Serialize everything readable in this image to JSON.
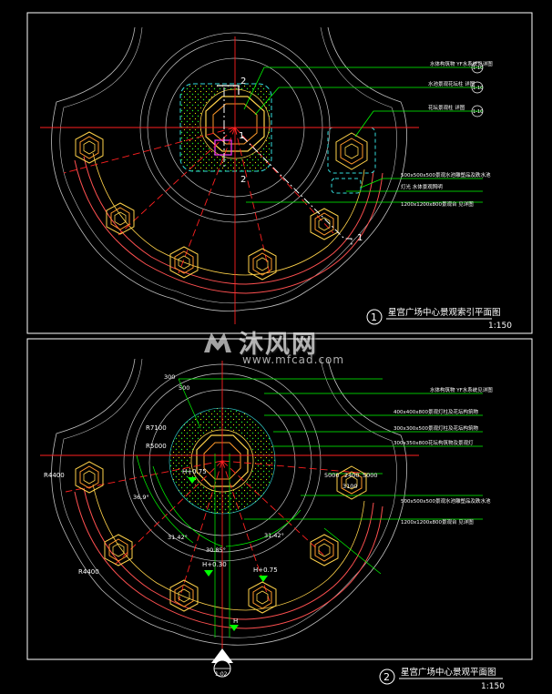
{
  "colors": {
    "background": "#000000",
    "frame": "#ffffff",
    "axis": "#ff1a1a",
    "ring": "#c0c0c0",
    "paving": "#ff6a6a",
    "leader": "#00ff00",
    "dim": "#ffff33",
    "hex_outer": "#ffd24a",
    "hex_inner": "#ff9a2a",
    "dash_box": "#33dddd",
    "focus": "#ff33ff",
    "section": "#ffffff"
  },
  "top_plan": {
    "notes": [
      "水体构筑物  YF水系统见详图",
      "水池景观花坛柱  详图",
      "花坛景观柱  详图",
      "500x500x500景观水池雕塑品及跌水池",
      "灯光  水体景观照明",
      "1200x1200x800景观台  见详图"
    ],
    "index_refs": [
      "1-10",
      "1-10",
      "1-10"
    ],
    "section_marks": [
      "2",
      "2",
      "1",
      "1"
    ],
    "drawing_number": "1",
    "title": "星宫广场中心景观索引平面图",
    "scale": "1:150"
  },
  "bottom_plan": {
    "notes": [
      "水体构筑物  YF水系统见详图",
      "400x400x800景观灯柱及花坛构筑物",
      "300x300x500景观灯柱及花坛构筑物",
      "300x350x800花坛构筑物及景观灯",
      "500x500x500景观水池雕塑品及跌水池",
      "1200x1200x800景观台  见详图"
    ],
    "radii": [
      "R7100",
      "R5000",
      "R4400",
      "R4400"
    ],
    "elevations": [
      "H+0.75",
      "H+0.30",
      "H+0.75",
      "H"
    ],
    "dims_top": [
      "300",
      "500",
      "5000",
      "2400",
      "5000",
      "3100"
    ],
    "angles": [
      "36.9°",
      "31.42°",
      "30.85°",
      "31.42°"
    ],
    "north_label": "1:02",
    "drawing_number": "2",
    "title": "星宫广场中心景观平面图",
    "scale": "1:150"
  },
  "watermark": {
    "text": "沐风网",
    "url": "www.mfcad.com"
  }
}
